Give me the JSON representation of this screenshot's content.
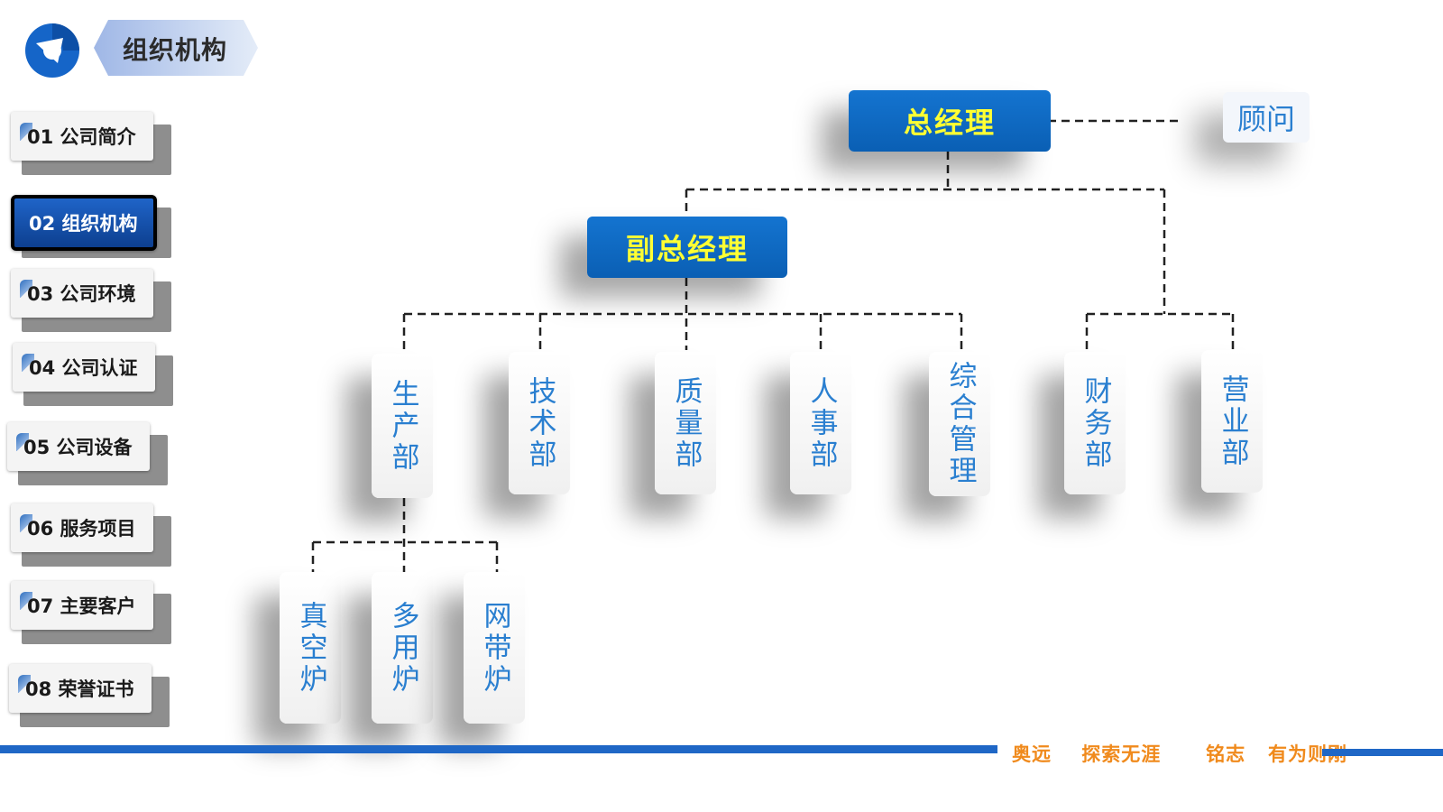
{
  "header": {
    "title": "组织机构"
  },
  "nav": [
    {
      "label": "01  公司简介",
      "active": false
    },
    {
      "label": "02  组织机构",
      "active": true
    },
    {
      "label": "03  公司环境",
      "active": false
    },
    {
      "label": "04  公司认证",
      "active": false
    },
    {
      "label": "05  公司设备",
      "active": false
    },
    {
      "label": "06  服务项目",
      "active": false
    },
    {
      "label": "07  主要客户",
      "active": false
    },
    {
      "label": "08  荣誉证书",
      "active": false
    }
  ],
  "org": {
    "gm": "总经理",
    "advisor": "顾问",
    "vgm": "副总经理",
    "departments": [
      "生产部",
      "技术部",
      "质量部",
      "人事部",
      "综合管理",
      "财务部",
      "营业部"
    ],
    "workshops": [
      "真空炉",
      "多用炉",
      "网带炉"
    ]
  },
  "footer": {
    "slogan": "奥远    探索无涯      铭志   有为则刚"
  },
  "colors": {
    "accent_blue": "#1f67c6",
    "label_yellow": "#ffff33",
    "dept_text": "#2a7fd0",
    "slogan_orange": "#f08a1c"
  }
}
